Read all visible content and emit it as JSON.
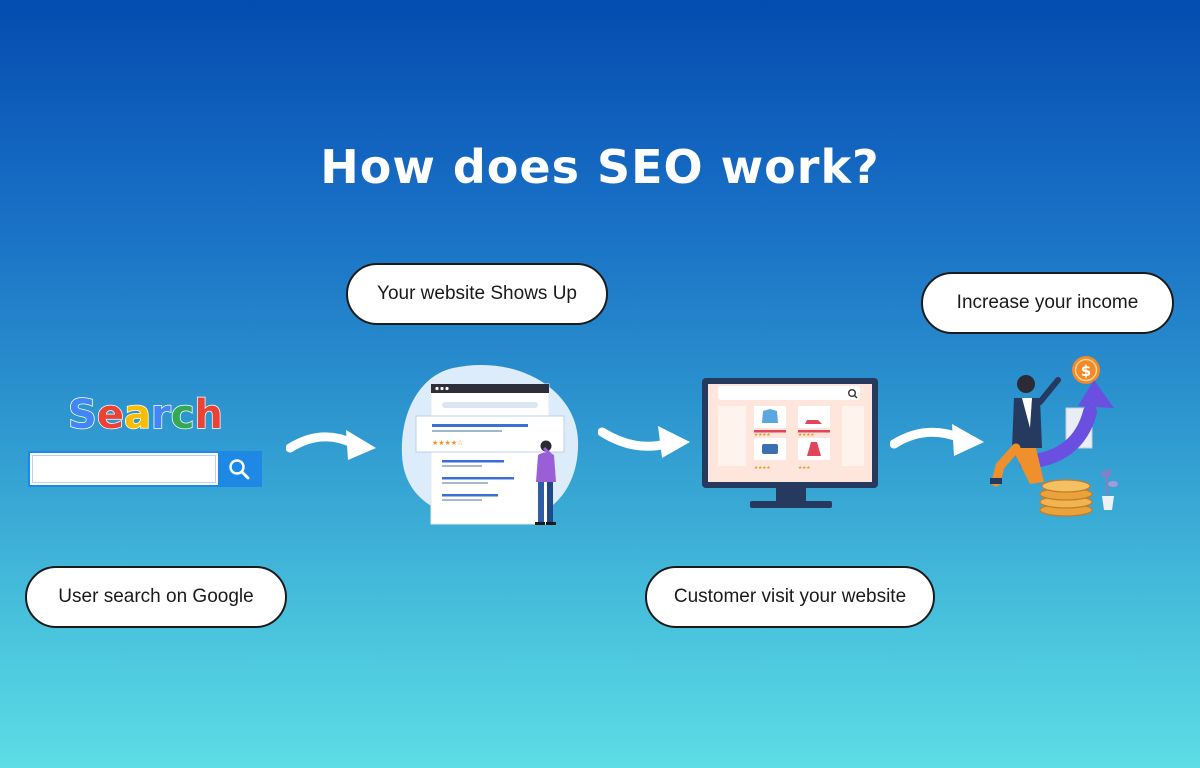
{
  "title": "How does SEO work?",
  "steps": {
    "search": {
      "logo_letters": [
        {
          "ch": "S",
          "color": "#4285F4"
        },
        {
          "ch": "e",
          "color": "#EA4335"
        },
        {
          "ch": "a",
          "color": "#FBBC05"
        },
        {
          "ch": "r",
          "color": "#4285F4"
        },
        {
          "ch": "c",
          "color": "#34A853"
        },
        {
          "ch": "h",
          "color": "#EA4335"
        }
      ],
      "caption": "User search on Google"
    },
    "shows_up": {
      "caption": "Your website Shows Up"
    },
    "visit": {
      "caption": "Customer visit your website"
    },
    "income": {
      "caption": "Increase your income",
      "coin_symbol": "$"
    }
  },
  "colors": {
    "accent_blue": "#1e88e5",
    "white": "#ffffff",
    "purple": "#6a4fe0",
    "gold": "#e8a33d"
  }
}
